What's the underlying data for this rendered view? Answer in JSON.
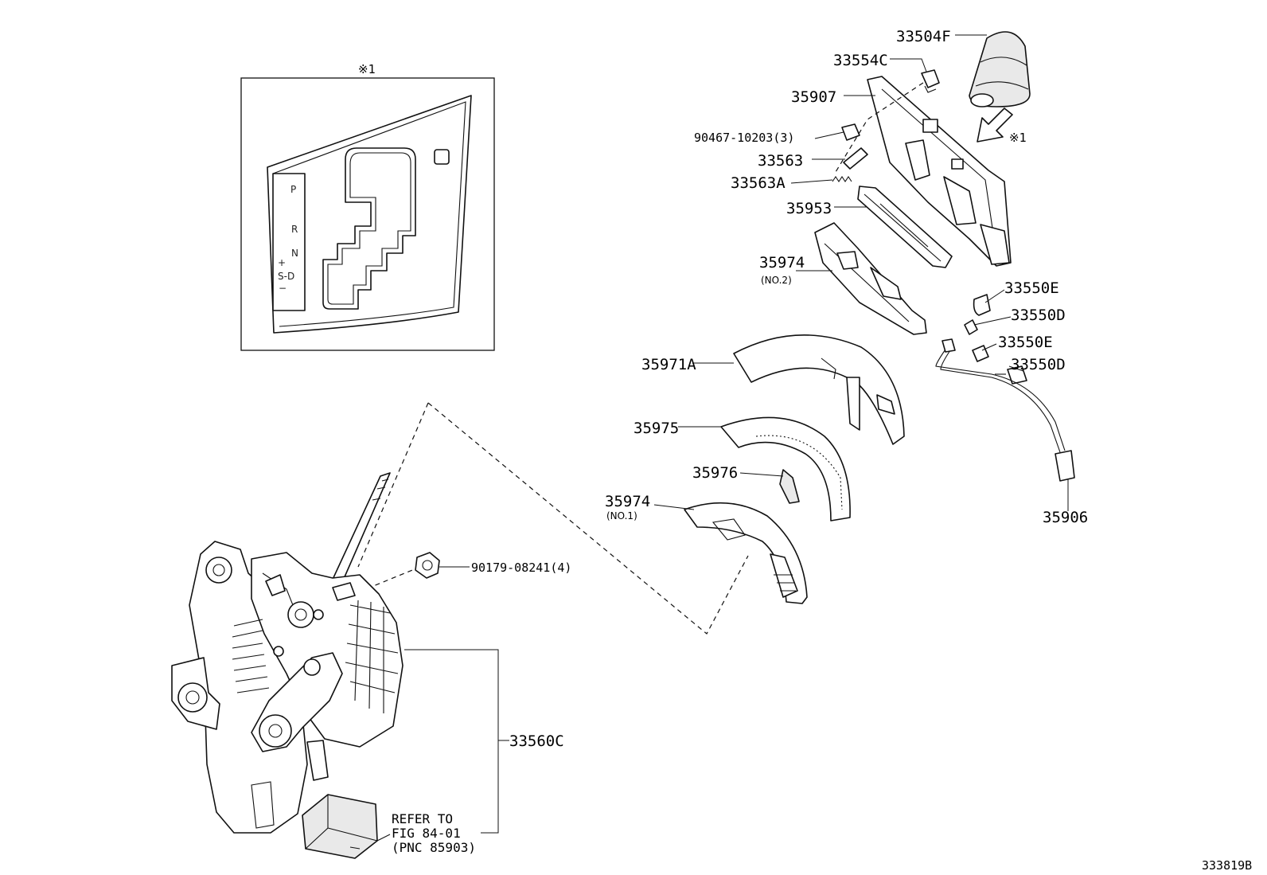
{
  "diagram_code": "333819B",
  "note_mark": "※1",
  "gate_letters": {
    "p": "P",
    "r": "R",
    "n": "N",
    "plus": "+",
    "sd": "S-D",
    "minus": "−"
  },
  "callouts": {
    "c33504F": "33504F",
    "c33554C": "33554C",
    "c35907": "35907",
    "c90467": "90467-10203(3)",
    "c33563": "33563",
    "c33563A": "33563A",
    "c35953": "35953",
    "c35974_2": "35974",
    "c35974_2_sub": "(NO.2)",
    "c33550E_a": "33550E",
    "c33550D_a": "33550D",
    "c33550E_b": "33550E",
    "c33550D_b": "33550D",
    "c35971A": "35971A",
    "c35975": "35975",
    "c35976": "35976",
    "c35974_1": "35974",
    "c35974_1_sub": "(NO.1)",
    "c35906": "35906",
    "c90179": "90179-08241(4)",
    "c33560C": "33560C"
  },
  "refer": {
    "line1": "REFER TO",
    "line2": "FIG 84-01",
    "line3": "(PNC 85903)"
  }
}
